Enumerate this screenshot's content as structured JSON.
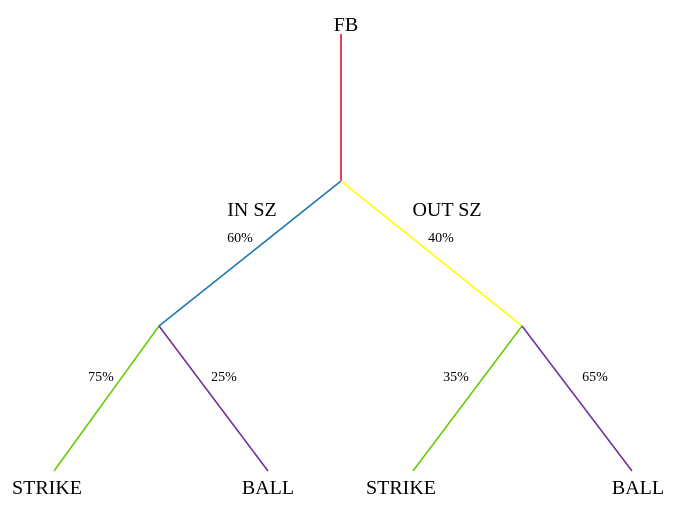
{
  "diagram": {
    "root": {
      "label": "FB"
    },
    "branches": {
      "in": {
        "label": "IN SZ",
        "pct": "60%"
      },
      "out": {
        "label": "OUT SZ",
        "pct": "40%"
      }
    },
    "leaves": {
      "in_strike": {
        "label": "STRIKE",
        "pct": "75%"
      },
      "in_ball": {
        "label": "BALL",
        "pct": "25%"
      },
      "out_strike": {
        "label": "STRIKE",
        "pct": "35%"
      },
      "out_ball": {
        "label": "BALL",
        "pct": "65%"
      }
    },
    "colors": {
      "root_edge": "#dc143c",
      "in_edge": "#1f77b4",
      "out_edge": "#ffff00",
      "strike_edge": "#66cc00",
      "ball_edge": "#7030a0"
    }
  }
}
